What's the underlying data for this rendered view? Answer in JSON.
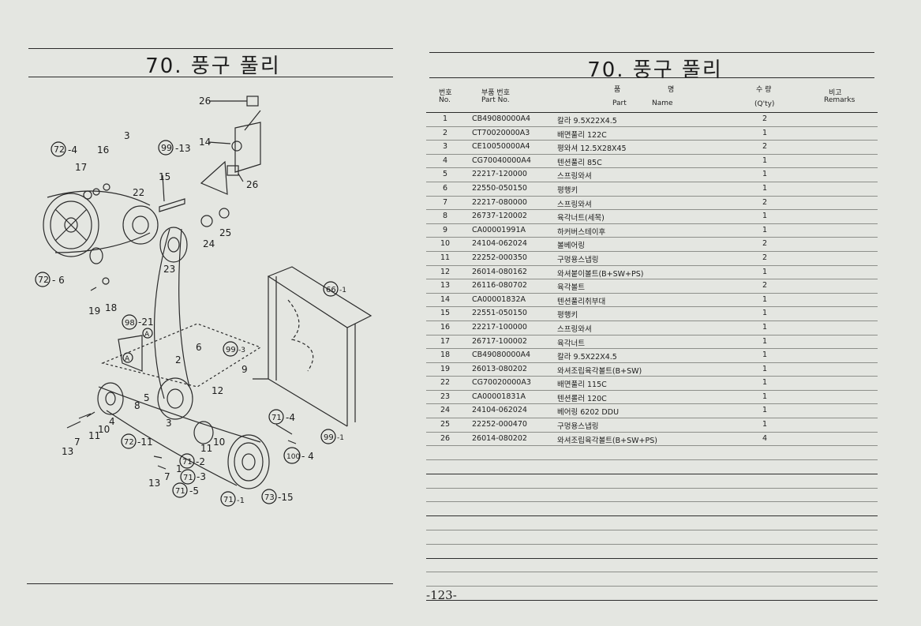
{
  "left_page": {
    "title": "70. 풍구 풀리",
    "diagram_labels": {
      "l26a": "26",
      "l14": "14",
      "l26b": "26",
      "l3": "3",
      "l72_4": "-4",
      "c72a": "72",
      "l16": "16",
      "c99a": "99",
      "l13a": "-13",
      "l17": "17",
      "l15": "15",
      "l22": "22",
      "l25": "25",
      "l24": "24",
      "l23": "23",
      "c72b": "72",
      "l72_6": "- 6",
      "l19": "19",
      "l18": "18",
      "c66": "66",
      "l66": "-1",
      "c98": "98",
      "l21": "-21",
      "lA1": "A",
      "lA2": "A",
      "l6": "6",
      "c99b": "99",
      "l99b": "-3",
      "l2": "2",
      "l9": "9",
      "l12": "12",
      "l5": "5",
      "l8": "8",
      "l4": "4",
      "l10a": "10",
      "l3b": "3",
      "l7a": "7",
      "l11a": "11",
      "l13b": "13",
      "c72c": "72",
      "l72_11": "-11",
      "l10b": "10",
      "l11b": "11",
      "c71a": "71",
      "l71_4": "-4",
      "c99c": "99",
      "l99c": "-1",
      "c100": "100",
      "l100": "- 4",
      "c71b": "71",
      "l71_2": "-2",
      "l1": "1",
      "l7b": "7",
      "l13c": "13",
      "c71c": "71",
      "l71_3": "-3",
      "c71d": "71",
      "l71_5": "-5",
      "c71e": "71",
      "l71_1": "-1",
      "c73": "73",
      "l73": "-15"
    }
  },
  "right_page": {
    "title": "70. 풍구 풀리",
    "header": {
      "no_ko": "번호",
      "no_en": "No.",
      "pn_ko": "부품 번호",
      "pn_en": "Part  No.",
      "nm_ko1": "품",
      "nm_ko2": "명",
      "nm_en1": "Part",
      "nm_en2": "Name",
      "qty_ko": "수  량",
      "qty_en": "(Q'ty)",
      "rem_ko": "비고",
      "rem_en": "Remarks"
    },
    "rows": [
      {
        "no": "1",
        "part_no": "CB49080000A4",
        "name": "칼라 9.5X22X4.5",
        "qty": "2"
      },
      {
        "no": "2",
        "part_no": "CT70020000A3",
        "name": "배면풀리 122C",
        "qty": "1"
      },
      {
        "no": "3",
        "part_no": "CE10050000A4",
        "name": "평와셔 12.5X28X45",
        "qty": "2"
      },
      {
        "no": "4",
        "part_no": "CG70040000A4",
        "name": "텐션풀리 85C",
        "qty": "1"
      },
      {
        "no": "5",
        "part_no": "22217-120000",
        "name": "스프링와셔",
        "qty": "1"
      },
      {
        "no": "6",
        "part_no": "22550-050150",
        "name": "평행키",
        "qty": "1"
      },
      {
        "no": "7",
        "part_no": "22217-080000",
        "name": "스프링와셔",
        "qty": "2"
      },
      {
        "no": "8",
        "part_no": "26737-120002",
        "name": "육각너트(세목)",
        "qty": "1"
      },
      {
        "no": "9",
        "part_no": "CA00001991A",
        "name": "하커버스테이후",
        "qty": "1"
      },
      {
        "no": "10",
        "part_no": "24104-062024",
        "name": "볼베어링",
        "qty": "2"
      },
      {
        "no": "11",
        "part_no": "22252-000350",
        "name": "구멍용스냅링",
        "qty": "2"
      },
      {
        "no": "12",
        "part_no": "26014-080162",
        "name": "와셔붙이볼트(B+SW+PS)",
        "qty": "1"
      },
      {
        "no": "13",
        "part_no": "26116-080702",
        "name": "육각볼트",
        "qty": "2"
      },
      {
        "no": "14",
        "part_no": "CA00001832A",
        "name": "텐션풀리취부대",
        "qty": "1"
      },
      {
        "no": "15",
        "part_no": "22551-050150",
        "name": "평행키",
        "qty": "1"
      },
      {
        "no": "16",
        "part_no": "22217-100000",
        "name": "스프링와셔",
        "qty": "1"
      },
      {
        "no": "17",
        "part_no": "26717-100002",
        "name": "육각너트",
        "qty": "1"
      },
      {
        "no": "18",
        "part_no": "CB49080000A4",
        "name": "칼라 9.5X22X4.5",
        "qty": "1"
      },
      {
        "no": "19",
        "part_no": "26013-080202",
        "name": "와셔조립육각볼트(B+SW)",
        "qty": "1"
      },
      {
        "no": "22",
        "part_no": "CG70020000A3",
        "name": "배면풀리 115C",
        "qty": "1"
      },
      {
        "no": "23",
        "part_no": "CA00001831A",
        "name": "텐션롤러 120C",
        "qty": "1"
      },
      {
        "no": "24",
        "part_no": "24104-062024",
        "name": "베어링 6202 DDU",
        "qty": "1"
      },
      {
        "no": "25",
        "part_no": "22252-000470",
        "name": "구멍용스냅링",
        "qty": "1"
      },
      {
        "no": "26",
        "part_no": "26014-080202",
        "name": "와셔조립육각볼트(B+SW+PS)",
        "qty": "4"
      }
    ],
    "page_number": "-123-"
  }
}
